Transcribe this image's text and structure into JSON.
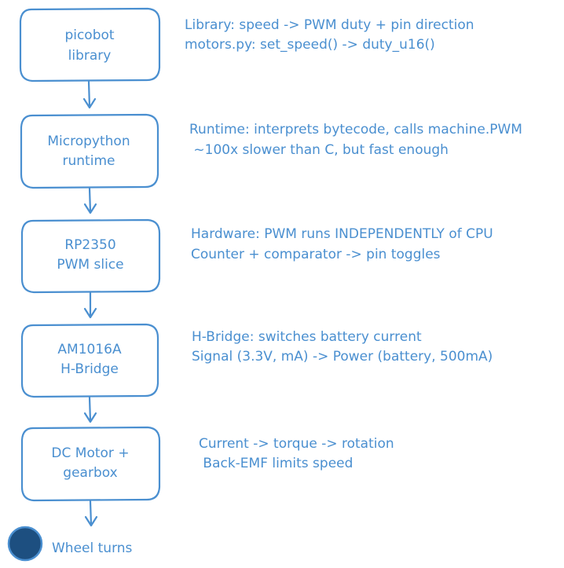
{
  "colors": {
    "stroke": "#4a8fd0",
    "text": "#4a8fd0",
    "end_dot_fill": "#1d4f80",
    "background": "#ffffff"
  },
  "nodes": [
    {
      "line1": "picobot",
      "line2": "library",
      "note1": "Library: speed -> PWM duty + pin direction",
      "note2": "motors.py: set_speed() -> duty_u16()"
    },
    {
      "line1": "Micropython",
      "line2": "runtime",
      "note1": "Runtime: interprets bytecode, calls machine.PWM",
      "note2": " ~100x slower than C, but fast enough"
    },
    {
      "line1": "RP2350",
      "line2": "PWM slice",
      "note1": "Hardware: PWM runs INDEPENDENTLY of CPU",
      "note2": "Counter + comparator -> pin toggles"
    },
    {
      "line1": "AM1016A",
      "line2": "H-Bridge",
      "note1": "H-Bridge: switches battery current",
      "note2": "Signal (3.3V, mA) -> Power (battery, 500mA)"
    },
    {
      "line1": "DC Motor +",
      "line2": "gearbox",
      "note1": "Current -> torque -> rotation",
      "note2": " Back-EMF limits speed"
    }
  ],
  "end": {
    "label": "Wheel turns"
  }
}
